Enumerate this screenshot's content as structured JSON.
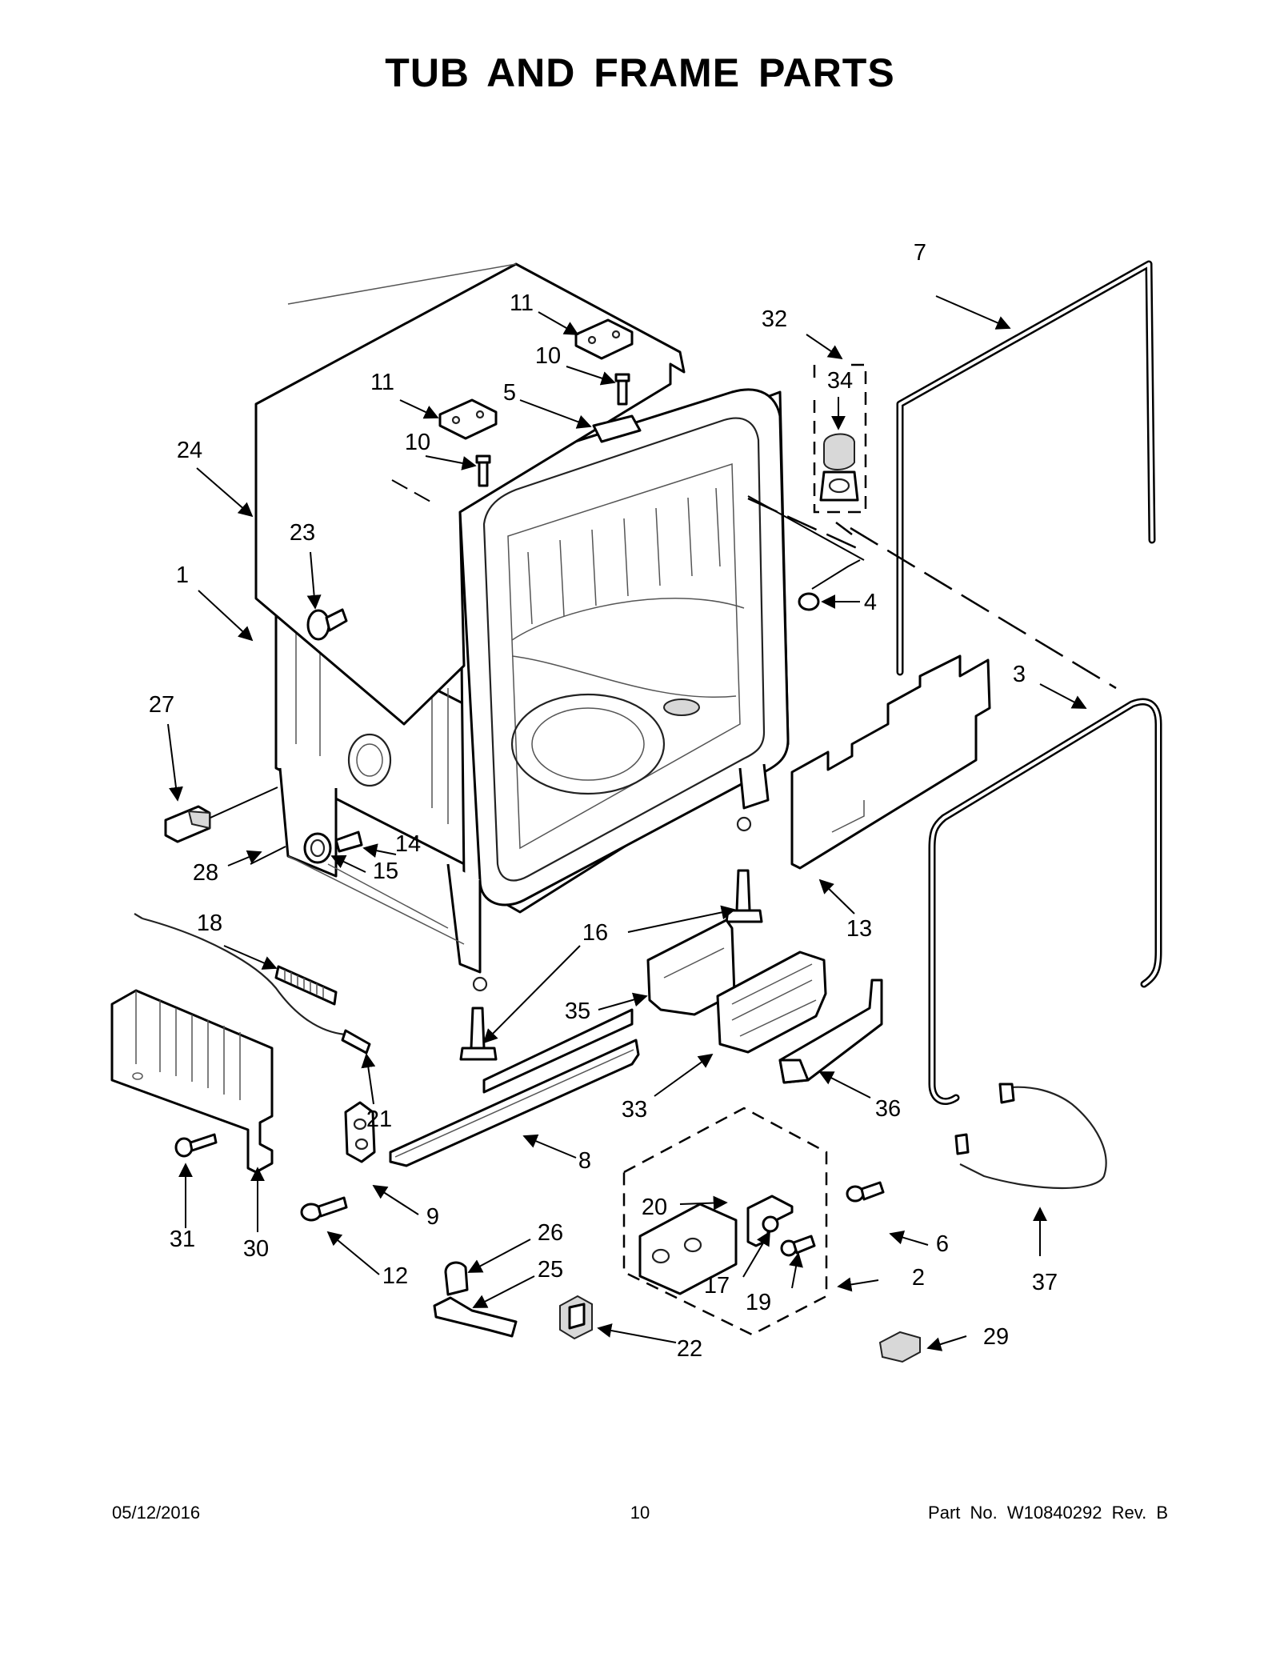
{
  "title": "TUB AND FRAME PARTS",
  "footer": {
    "date": "05/12/2016",
    "page_number": "10",
    "part_number": "Part No.  W10840292  Rev.  B"
  },
  "callouts": [
    "1",
    "2",
    "3",
    "4",
    "5",
    "6",
    "7",
    "8",
    "9",
    "10",
    "10",
    "11",
    "11",
    "12",
    "13",
    "14",
    "15",
    "16",
    "17",
    "18",
    "19",
    "20",
    "21",
    "22",
    "23",
    "24",
    "25",
    "26",
    "27",
    "28",
    "29",
    "30",
    "31",
    "32",
    "33",
    "34",
    "35",
    "36",
    "37"
  ]
}
